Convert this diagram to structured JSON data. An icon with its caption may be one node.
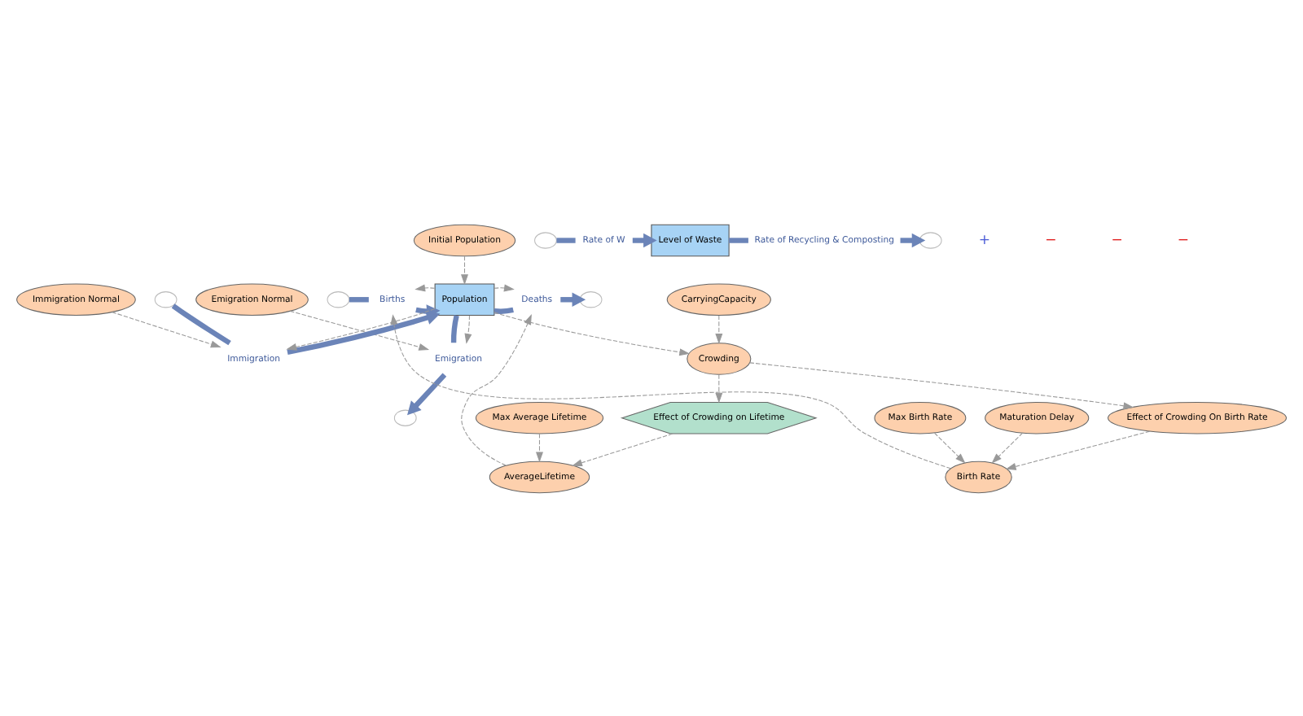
{
  "diagram": {
    "nodes": [
      {
        "text": [
          "Emigration Normal"
        ]
      },
      {
        "text": [],
        "shape": "cloud"
      },
      {
        "text": [],
        "shape": "cloud"
      },
      {
        "text": [
          "Immigration Normal"
        ]
      },
      {
        "text": [
          "Initial Population"
        ]
      },
      {
        "text": [
          "Emigration"
        ]
      },
      {
        "text": [
          "Immigration"
        ]
      },
      {
        "text": [],
        "shape": "cloud"
      },
      {
        "text": [
          "Births"
        ]
      },
      {
        "text": [
          "Population"
        ]
      },
      {
        "text": [
          "Deaths"
        ]
      },
      {
        "text": [],
        "shape": "cloud"
      },
      {
        "text": [
          "Max Birth Rate"
        ]
      },
      {
        "text": [
          "Birth Rate"
        ]
      },
      {
        "text": [
          "Crowding"
        ]
      },
      {
        "text": [
          "AverageLifetime"
        ]
      },
      {
        "text": [
          "Max Average Lifetime"
        ]
      },
      {
        "text": [
          "Maturation Delay"
        ]
      },
      {
        "text": [
          "CarryingCapacity"
        ]
      },
      {
        "text": [
          "Effect of Crowding on Lifetime"
        ]
      },
      {
        "text": [
          "Effect of Crowding On Birth Rate"
        ]
      },
      {
        "text": [],
        "shape": "cloud"
      },
      {
        "text": [
          "Rate of W"
        ]
      },
      {
        "text": [
          "Level of Waste"
        ]
      },
      {
        "text": [
          "Rate of Recycling & Composting"
        ]
      },
      {
        "text": [],
        "shape": "cloud"
      }
    ],
    "edges": [
      {
        "from": 9,
        "to": 5,
        "arrow": "none",
        "style": "thick",
        "color": "#6b84b8"
      },
      {
        "from": 5,
        "to": 1,
        "arrow": "to",
        "style": "thick",
        "color": "#6b84b8"
      },
      {
        "from": 2,
        "to": 6,
        "arrow": "none",
        "style": "thick",
        "color": "#6b84b8"
      },
      {
        "from": 6,
        "to": 9,
        "arrow": "to",
        "style": "thick",
        "color": "#6b84b8"
      },
      {
        "from": 7,
        "to": 8,
        "arrow": "none",
        "style": "thick",
        "color": "#6b84b8"
      },
      {
        "from": 8,
        "to": 9,
        "arrow": "to",
        "style": "thick",
        "color": "#6b84b8"
      },
      {
        "from": 9,
        "to": 10,
        "arrow": "none",
        "style": "thick",
        "color": "#6b84b8"
      },
      {
        "from": 10,
        "to": 11,
        "arrow": "to",
        "style": "thick",
        "color": "#6b84b8"
      },
      {
        "from": 21,
        "to": 22,
        "arrow": "none",
        "style": "thick",
        "color": "#6b84b8"
      },
      {
        "from": 22,
        "to": 23,
        "arrow": "to",
        "style": "thick",
        "color": "#6b84b8"
      },
      {
        "from": 23,
        "to": 24,
        "arrow": "none",
        "style": "thick",
        "color": "#6b84b8"
      },
      {
        "from": 24,
        "to": 25,
        "arrow": "to",
        "style": "thick",
        "color": "#6b84b8"
      },
      {
        "from": 0,
        "to": 5,
        "arrow": "to",
        "style": "dashed"
      },
      {
        "from": 3,
        "to": 6,
        "arrow": "to",
        "style": "dashed"
      },
      {
        "from": 4,
        "to": 9,
        "arrow": "to",
        "style": "dashed"
      },
      {
        "from": 9,
        "to": 5,
        "arrow": "to",
        "style": "dashed"
      },
      {
        "from": 9,
        "to": 6,
        "arrow": "to",
        "style": "dashed"
      },
      {
        "from": 9,
        "to": 8,
        "arrow": "to",
        "style": "dashed"
      },
      {
        "from": 9,
        "to": 10,
        "arrow": "to",
        "style": "dashed"
      },
      {
        "from": 9,
        "to": 14,
        "arrow": "to",
        "style": "dashed"
      },
      {
        "from": 12,
        "to": 13,
        "arrow": "to",
        "style": "dashed"
      },
      {
        "from": 13,
        "to": 8,
        "arrow": "to",
        "style": "dashed"
      },
      {
        "from": 17,
        "to": 13,
        "arrow": "to",
        "style": "dashed"
      },
      {
        "from": 20,
        "to": 13,
        "arrow": "to",
        "style": "dashed"
      },
      {
        "from": 14,
        "to": 20,
        "arrow": "to",
        "style": "dashed"
      },
      {
        "from": 18,
        "to": 14,
        "arrow": "to",
        "style": "dashed"
      },
      {
        "from": 14,
        "to": 19,
        "arrow": "to",
        "style": "dashed"
      },
      {
        "from": 19,
        "to": 15,
        "arrow": "to",
        "style": "dashed"
      },
      {
        "from": 16,
        "to": 15,
        "arrow": "to",
        "style": "dashed"
      },
      {
        "from": 15,
        "to": 10,
        "arrow": "to",
        "style": "dashed"
      }
    ],
    "labels": [
      "+",
      "−",
      "−",
      "−"
    ]
  }
}
